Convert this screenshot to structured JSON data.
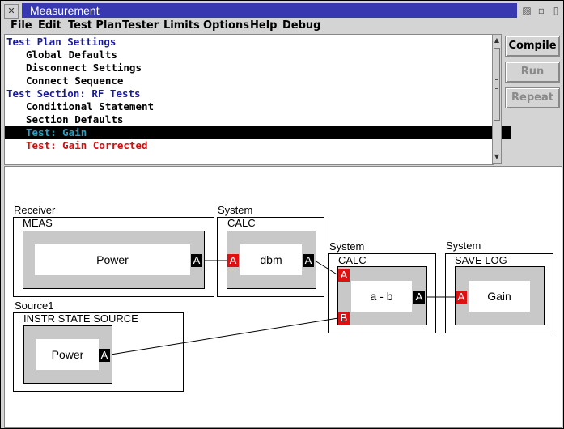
{
  "window": {
    "title": "Measurement"
  },
  "menu": [
    "File",
    "Edit",
    "Test Plan",
    "Tester",
    "Limits",
    "Options",
    "Help",
    "Debug"
  ],
  "tree": [
    {
      "text": "Test Plan Settings",
      "indent": 0,
      "color": "#1a1a9c"
    },
    {
      "text": "Global Defaults",
      "indent": 1,
      "color": "#000000"
    },
    {
      "text": "Disconnect Settings",
      "indent": 1,
      "color": "#000000"
    },
    {
      "text": "Connect Sequence",
      "indent": 1,
      "color": "#000000"
    },
    {
      "text": "Test Section: RF Tests",
      "indent": 0,
      "color": "#1a1a9c"
    },
    {
      "text": "Conditional Statement",
      "indent": 1,
      "color": "#000000"
    },
    {
      "text": "Section Defaults",
      "indent": 1,
      "color": "#000000"
    },
    {
      "text": "Test: Gain",
      "indent": 1,
      "color": "#2aa0c0",
      "selected": true
    },
    {
      "text": "Test: Gain Corrected",
      "indent": 1,
      "color": "#d01010"
    }
  ],
  "buttons": {
    "compile": "Compile",
    "run": "Run",
    "repeat": "Repeat"
  },
  "diagram": {
    "receiver": {
      "group": "Receiver",
      "title": "MEAS",
      "name": "Power",
      "out": "A"
    },
    "calc1": {
      "group": "System",
      "title": "CALC",
      "name": "dbm",
      "in": "A",
      "out": "A"
    },
    "calc2": {
      "group": "System",
      "title": "CALC",
      "name": "a - b",
      "in_a": "A",
      "in_b": "B",
      "out": "A"
    },
    "savelog": {
      "group": "System",
      "title": "SAVE LOG",
      "name": "Gain",
      "in": "A"
    },
    "source": {
      "group": "Source1",
      "title": "INSTR STATE SOURCE",
      "name": "Power",
      "out": "A"
    }
  },
  "colors": {
    "title_bar": "#3838b0",
    "in_port": "#e01010",
    "out_port": "#000000"
  }
}
